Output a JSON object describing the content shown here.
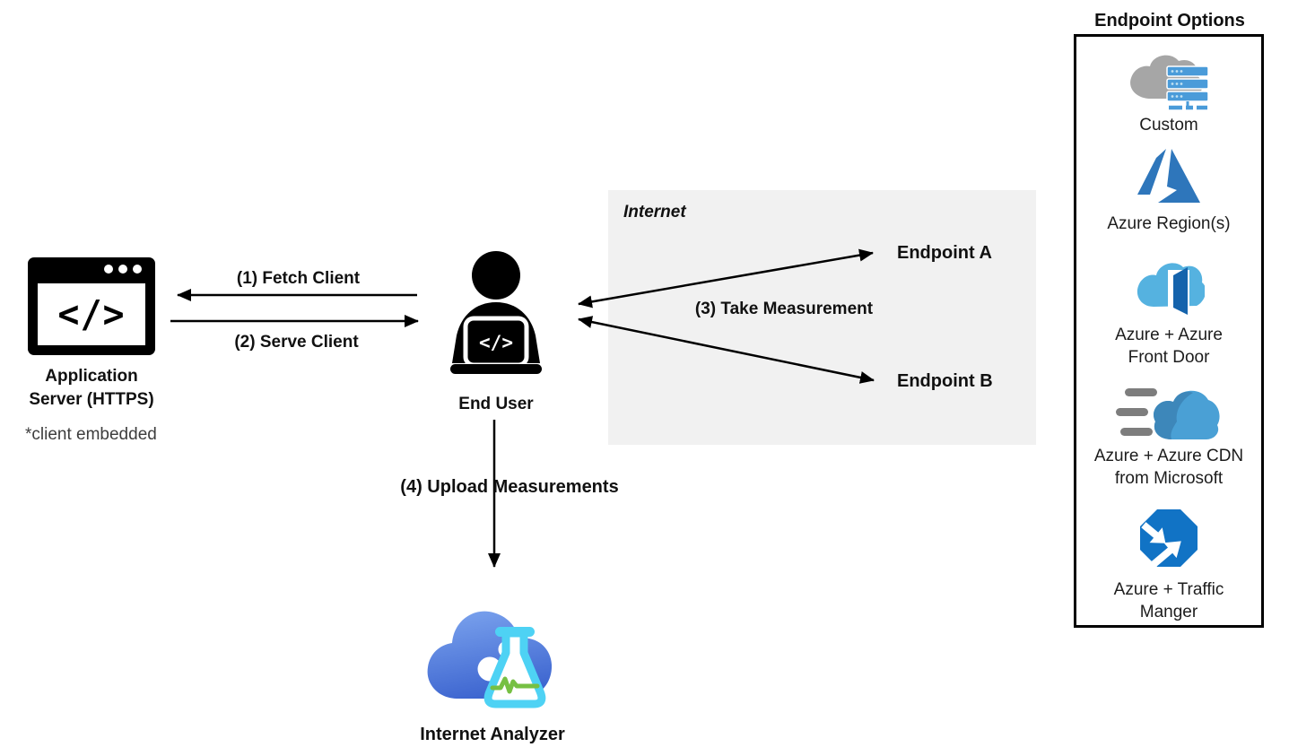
{
  "app_server": {
    "label": "Application\nServer (HTTPS)",
    "note": "*client embedded",
    "code_glyph": "</>"
  },
  "end_user": {
    "label": "End User",
    "code_glyph": "</>"
  },
  "flows": {
    "fetch_client": "(1) Fetch Client",
    "serve_client": "(2) Serve Client",
    "take_measurement": "(3) Take Measurement",
    "upload_measurements": "(4) Upload Measurements"
  },
  "internet": {
    "title": "Internet",
    "endpoint_a": "Endpoint A",
    "endpoint_b": "Endpoint B"
  },
  "internet_analyzer": {
    "label": "Internet Analyzer"
  },
  "endpoint_options": {
    "title": "Endpoint Options",
    "items": [
      {
        "icon": "custom-cloud-servers-icon",
        "label": "Custom"
      },
      {
        "icon": "azure-logo-icon",
        "label": "Azure Region(s)"
      },
      {
        "icon": "azure-front-door-icon",
        "label": "Azure + Azure\nFront Door"
      },
      {
        "icon": "azure-cdn-icon",
        "label": "Azure + Azure CDN\nfrom Microsoft"
      },
      {
        "icon": "traffic-manager-icon",
        "label": "Azure + Traffic\nManger"
      }
    ]
  },
  "colors": {
    "internet_box_bg": "#f1f1f1",
    "diagram_black": "#000000",
    "azure_blue": "#2e76bb",
    "front_door_cloud": "#55b2e0",
    "front_door_door": "#1563ac",
    "cdn_cloud": "#4aa0d5",
    "cdn_cloud_dark": "#3d87ba",
    "speed_lines_gray": "#7d7d7d",
    "traffic_manager_blue": "#1173c5",
    "custom_cloud_gray": "#a6a6a6",
    "custom_server_blue": "#4a9bd9",
    "analyzer_cloud_top": "#7ba3ee",
    "analyzer_cloud_bottom": "#3e66d0",
    "flask_cyan": "#4ed2f4",
    "flask_green": "#76c043"
  }
}
